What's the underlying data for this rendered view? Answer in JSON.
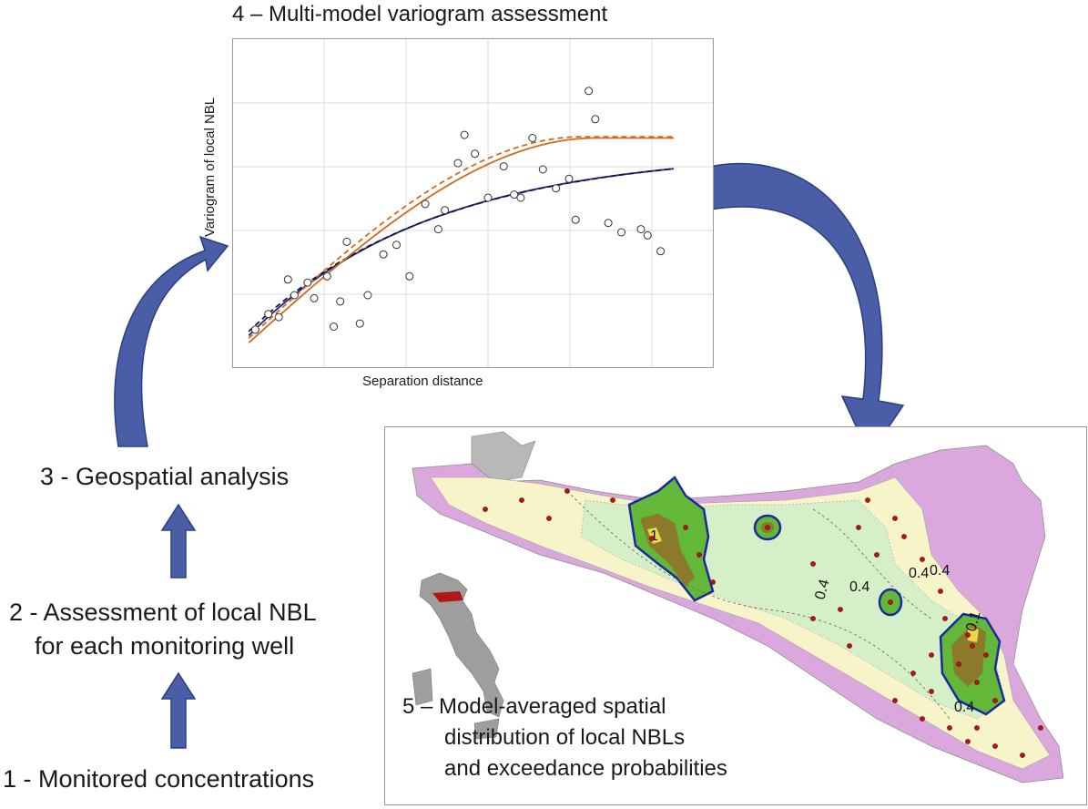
{
  "steps": {
    "s1": "1 - Monitored concentrations",
    "s2_line1": "2 - Assessment of local NBL",
    "s2_line2": "for each monitoring well",
    "s3": "3 - Geospatial analysis",
    "s4": "4 – Multi-model variogram assessment",
    "s5_line1": "5 – Model-averaged spatial",
    "s5_line2": "distribution of local NBLs",
    "s5_line3": "and exceedance probabilities"
  },
  "variogram": {
    "ylabel": "Variogram of local NBL",
    "xlabel": "Separation distance",
    "points": [
      [
        1,
        0.45
      ],
      [
        2,
        0.7
      ],
      [
        2.8,
        0.65
      ],
      [
        3.5,
        1.25
      ],
      [
        4,
        1.0
      ],
      [
        5,
        1.2
      ],
      [
        5.5,
        0.95
      ],
      [
        6.5,
        1.3
      ],
      [
        7,
        0.5
      ],
      [
        7.5,
        0.9
      ],
      [
        8,
        1.85
      ],
      [
        9,
        0.55
      ],
      [
        9.6,
        1.0
      ],
      [
        10.8,
        1.65
      ],
      [
        11.8,
        1.8
      ],
      [
        12.8,
        1.3
      ],
      [
        14,
        2.45
      ],
      [
        15,
        2.05
      ],
      [
        15.5,
        2.35
      ],
      [
        16.5,
        3.1
      ],
      [
        17,
        3.55
      ],
      [
        17.8,
        3.25
      ],
      [
        18.8,
        2.55
      ],
      [
        20,
        3.05
      ],
      [
        20.8,
        2.6
      ],
      [
        21.3,
        2.55
      ],
      [
        22.2,
        3.5
      ],
      [
        23,
        3.0
      ],
      [
        24,
        2.7
      ],
      [
        25,
        2.85
      ],
      [
        25.5,
        2.2
      ],
      [
        26.5,
        4.25
      ],
      [
        27,
        3.8
      ],
      [
        28,
        2.15
      ],
      [
        29,
        2.0
      ],
      [
        30.5,
        2.05
      ],
      [
        31,
        1.95
      ],
      [
        32,
        1.7
      ]
    ],
    "models": [
      {
        "name": "model-blue-solid",
        "color": "#1a237e",
        "style": "solid"
      },
      {
        "name": "model-navy-dashed",
        "color": "#101840",
        "style": "dashed"
      },
      {
        "name": "model-orange-solid",
        "color": "#d2691e",
        "style": "solid"
      },
      {
        "name": "model-orange-dashed",
        "color": "#d2691e",
        "style": "dashed"
      }
    ]
  },
  "map": {
    "contour_labels": [
      "1",
      "0.4",
      "0.4",
      "0.4",
      "0.4",
      "0.1",
      "0.4"
    ]
  },
  "colors": {
    "arrow": "#4a5ea8",
    "arrow_stroke": "#2c3e82",
    "pink_zone": "#dba8de",
    "light_green": "#d5f0c8",
    "yellow_zone": "#f6f4c8",
    "green_zone": "#63b83a",
    "olive_zone": "#8a7a2a",
    "point": "#b01818"
  }
}
